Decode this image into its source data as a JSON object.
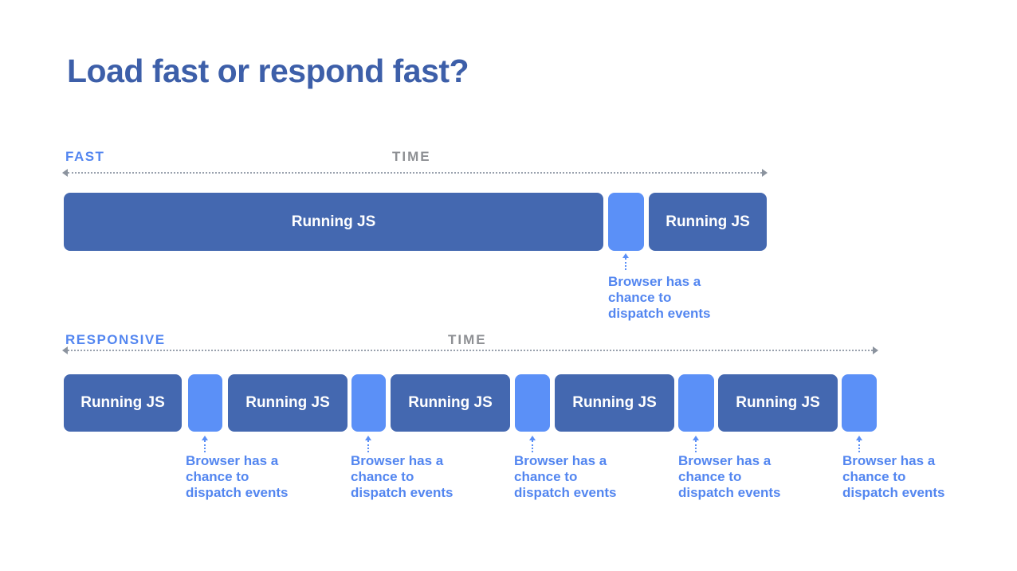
{
  "title": "Load fast or respond fast?",
  "colors": {
    "title_text": "#3d5fa9",
    "running_js_block": "#4468b0",
    "browser_gap_block": "#5b90f7",
    "section_label": "#5386f0",
    "time_label": "#8e9094",
    "axis_dots": "#99a1ad"
  },
  "fast": {
    "label": "FAST",
    "time_label": "TIME",
    "blocks": [
      {
        "type": "running-js",
        "label": "Running JS"
      },
      {
        "type": "browser-gap"
      },
      {
        "type": "running-js",
        "label": "Running JS"
      }
    ],
    "annotation": "Browser has a\nchance to\ndispatch events"
  },
  "responsive": {
    "label": "RESPONSIVE",
    "time_label": "TIME",
    "blocks": [
      {
        "type": "running-js",
        "label": "Running JS"
      },
      {
        "type": "browser-gap"
      },
      {
        "type": "running-js",
        "label": "Running JS"
      },
      {
        "type": "browser-gap"
      },
      {
        "type": "running-js",
        "label": "Running JS"
      },
      {
        "type": "browser-gap"
      },
      {
        "type": "running-js",
        "label": "Running JS"
      },
      {
        "type": "browser-gap"
      },
      {
        "type": "running-js",
        "label": "Running JS"
      },
      {
        "type": "browser-gap"
      }
    ],
    "annotations": [
      "Browser has a\nchance to\ndispatch events",
      "Browser has a\nchance to\ndispatch events",
      "Browser has a\nchance to\ndispatch events",
      "Browser has a\nchance to\ndispatch events",
      "Browser has a\nchance to\ndispatch events"
    ]
  }
}
